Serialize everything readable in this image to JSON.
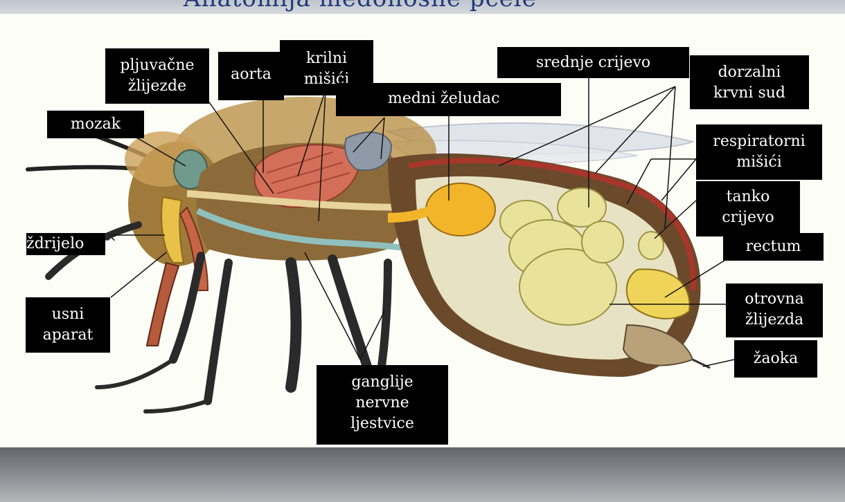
{
  "title_partial": "Anatomija medonosne pčele",
  "labels": {
    "mozak": "mozak",
    "pljuvacne_1": "pljuvačne",
    "pljuvacne_2": "žlijezde",
    "aorta": "aorta",
    "krilni_1": "krilni",
    "krilni_2": "mišići",
    "medni": "medni želudac",
    "srednje": "srednje crijevo",
    "dorzalni_1": "dorzalni",
    "dorzalni_2": "krvni sud",
    "respiratorni_1": "respiratorni",
    "respiratorni_2": "mišići",
    "tanko_1": "tanko",
    "tanko_2": "crijevo",
    "rectum": "rectum",
    "zdrijelo": "ždrijelo",
    "usni_1": "usni",
    "usni_2": "aparat",
    "otrovna_1": "otrovna",
    "otrovna_2": "žlijezda",
    "zaoka": "žaoka",
    "ganglije_1": "ganglije",
    "ganglije_2": "nervne",
    "ganglije_3": "ljestvice"
  },
  "close_glyph": "×"
}
